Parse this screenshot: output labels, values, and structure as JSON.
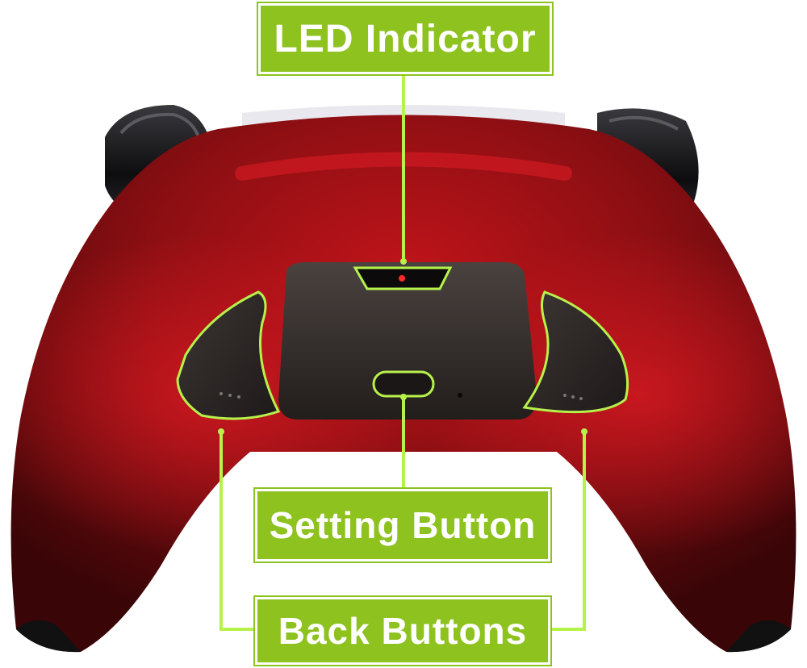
{
  "colors": {
    "accent": "#8dc21f",
    "outline": "#b7f24a",
    "shell_red": "#8e0f13",
    "shell_dark": "#3a0507",
    "panel": "#2f2a28",
    "led": "#ff2a2a"
  },
  "callouts": {
    "led_indicator": "LED Indicator",
    "setting_button": "Setting Button",
    "back_buttons": "Back Buttons"
  }
}
